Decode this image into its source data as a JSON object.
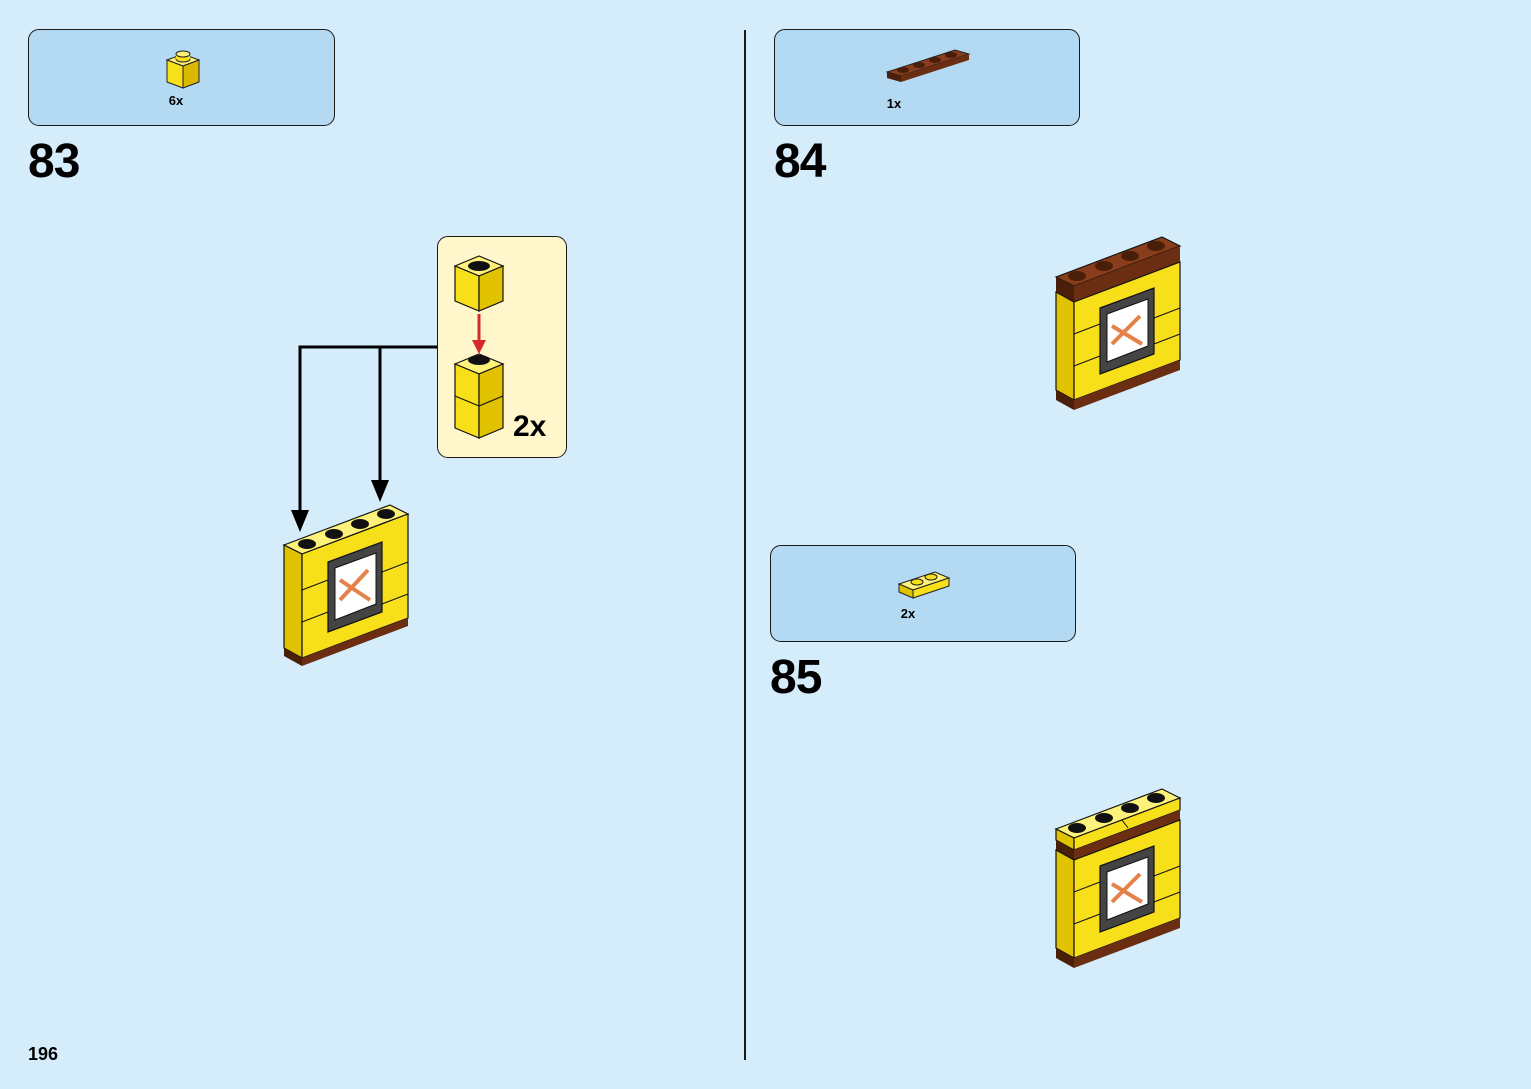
{
  "page": {
    "number": "196"
  },
  "steps": [
    {
      "number": "83",
      "part_qty": "6x",
      "part": "yellow-1x1-brick-icon",
      "subassembly_qty": "2x"
    },
    {
      "number": "84",
      "part_qty": "1x",
      "part": "brown-1x4-plate-icon"
    },
    {
      "number": "85",
      "part_qty": "2x",
      "part": "yellow-1x2-plate-icon"
    }
  ],
  "colors": {
    "background": "#d5ecfa",
    "partbox": "#b4d9f2",
    "subbox": "#fff6cc",
    "brick_yellow": "#f7e01a",
    "brick_brown": "#6b2e12",
    "arrow_red": "#d62a2a"
  }
}
